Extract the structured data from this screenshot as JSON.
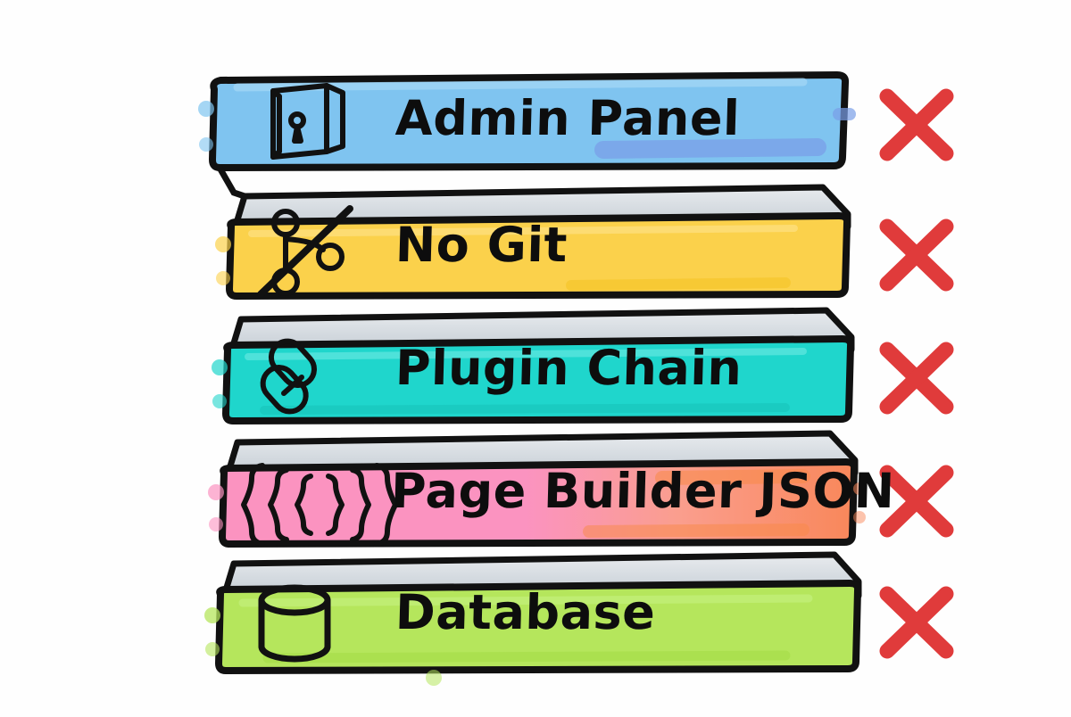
{
  "diagram": {
    "style": "hand-drawn whiteboard sketch",
    "background_color": "#FEFEFE",
    "outline_color": "#111111",
    "slab_top_color": "#C9CFD6",
    "slab_top_highlight": "#E4E8EC",
    "mark_color": "#E03B3B",
    "layer_count": 5,
    "orientation": "vertical stack of 3D slabs, each marked rejected"
  },
  "layers": [
    {
      "id": "admin-panel",
      "label": "Admin Panel",
      "icon": "door-keyhole-icon",
      "color": "#7FC4F0",
      "accent_color": "#7A9FE8",
      "mark": "cross-mark",
      "mark_label": "✕"
    },
    {
      "id": "no-git",
      "label": "No Git",
      "icon": "git-branch-slashed-icon",
      "color": "#FBD14B",
      "accent_color": "#F5C21F",
      "mark": "cross-mark",
      "mark_label": "✕"
    },
    {
      "id": "plugin-chain",
      "label": "Plugin Chain",
      "icon": "chain-link-icon",
      "color": "#1FD6CC",
      "accent_color": "#16C2B8",
      "mark": "cross-mark",
      "mark_label": "✕"
    },
    {
      "id": "page-builder-json",
      "label": "Page Builder JSON",
      "icon": "nested-braces-icon",
      "color": "#FB93C0",
      "accent_color": "#F98A5C",
      "mark": "cross-mark",
      "mark_label": "✕"
    },
    {
      "id": "database",
      "label": "Database",
      "icon": "database-cylinder-icon",
      "color": "#B5E65C",
      "accent_color": "#A4DC46",
      "mark": "cross-mark",
      "mark_label": "✕"
    }
  ]
}
